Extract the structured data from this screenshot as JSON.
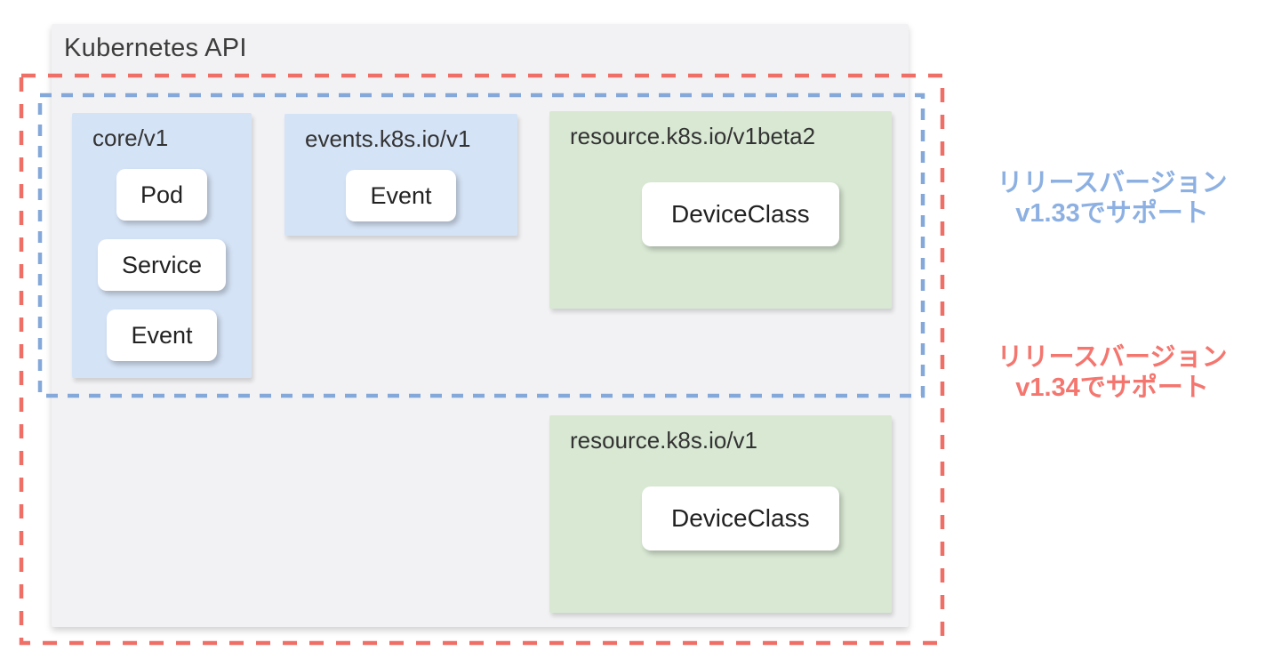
{
  "panel": {
    "title": "Kubernetes API"
  },
  "groups": {
    "core_v1": {
      "label": "core/v1",
      "items": [
        "Pod",
        "Service",
        "Event"
      ]
    },
    "events_k8s_io_v1": {
      "label": "events.k8s.io/v1",
      "items": [
        "Event"
      ]
    },
    "resource_k8s_io_v1beta2": {
      "label": "resource.k8s.io/v1beta2",
      "items": [
        "DeviceClass"
      ]
    },
    "resource_k8s_io_v1": {
      "label": "resource.k8s.io/v1",
      "items": [
        "DeviceClass"
      ]
    }
  },
  "annotations": {
    "v133": {
      "line1": "リリースバージョン",
      "line2": "v1.33でサポート"
    },
    "v134": {
      "line1": "リリースバージョン",
      "line2": "v1.34でサポート"
    }
  },
  "colors": {
    "panel_bg": "#f2f2f4",
    "blue_group_bg": "#d5e3f6",
    "green_group_bg": "#d8e8d3",
    "red_dash": "#ef6e66",
    "blue_dash": "#84a8d9",
    "blue_annotation_text": "#8db0e2",
    "red_annotation_text": "#f4766f"
  }
}
